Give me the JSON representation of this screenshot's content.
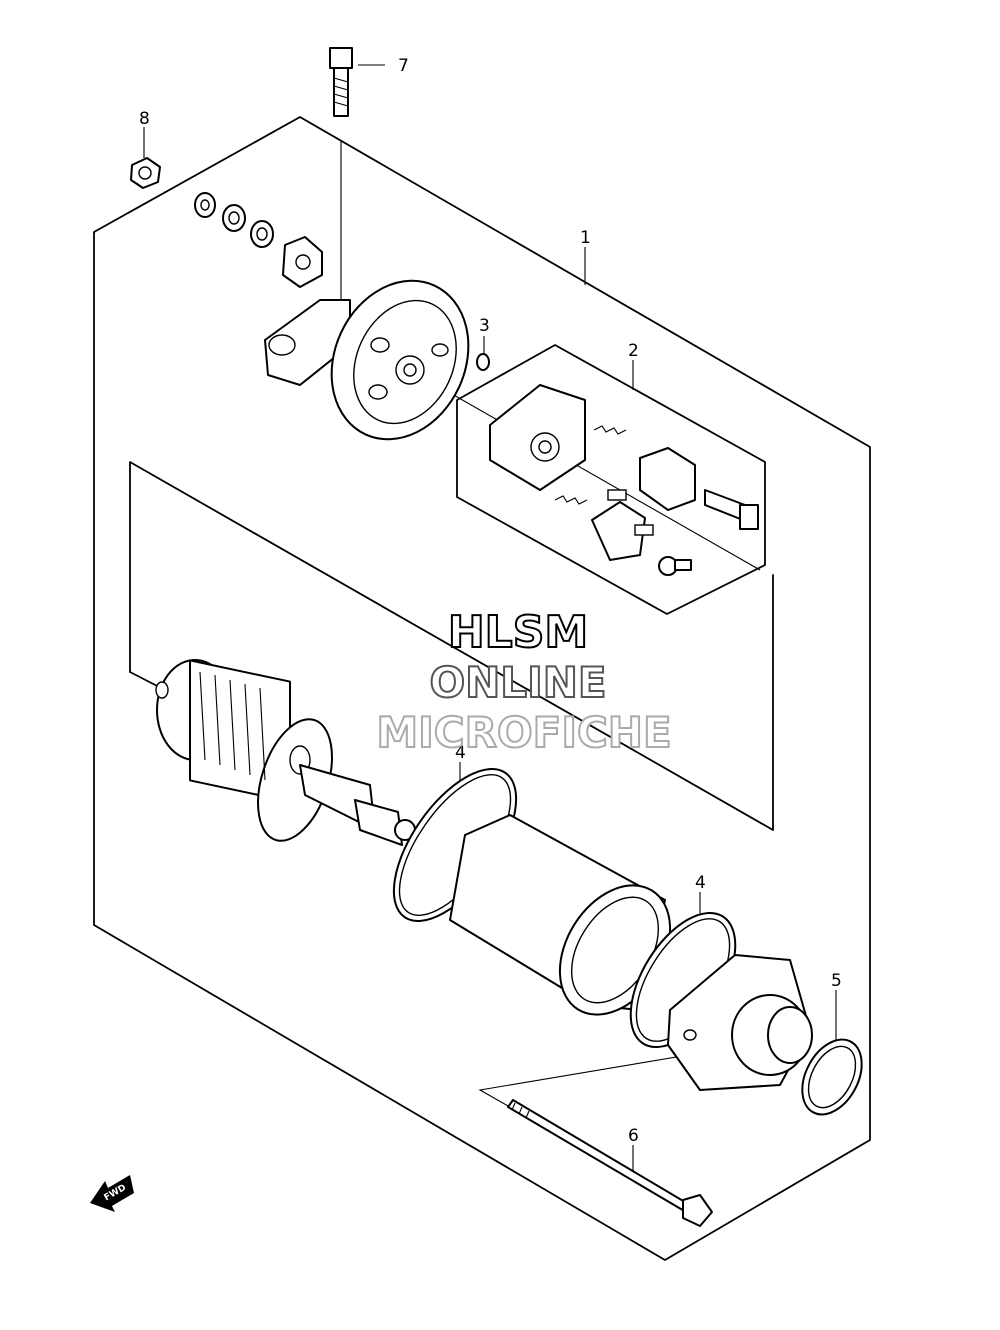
{
  "callouts": [
    {
      "id": "1",
      "label": "1"
    },
    {
      "id": "2",
      "label": "2"
    },
    {
      "id": "3",
      "label": "3"
    },
    {
      "id": "4a",
      "label": "4"
    },
    {
      "id": "4b",
      "label": "4"
    },
    {
      "id": "5",
      "label": "5"
    },
    {
      "id": "6",
      "label": "6"
    },
    {
      "id": "7",
      "label": "7"
    },
    {
      "id": "8",
      "label": "8"
    }
  ],
  "watermark": {
    "line1": "HLSM",
    "line2": "ONLINE",
    "line3": "MICROFICHE",
    "colors": [
      "#000000",
      "#555555",
      "#aaaaaa"
    ]
  },
  "fwd_label": "FWD"
}
